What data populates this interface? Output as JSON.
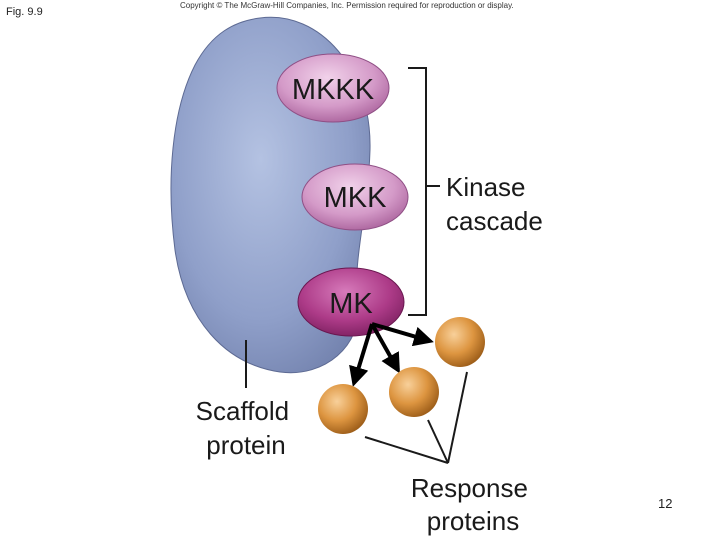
{
  "figure": {
    "label": "Fig. 9.9",
    "copyright": "Copyright © The McGraw-Hill Companies, Inc. Permission required for reproduction or display."
  },
  "enzymes": {
    "mkkk": "MKKK",
    "mkk": "MKK",
    "mk": "MK"
  },
  "labels": {
    "kinase_cascade": [
      "Kinase",
      "cascade"
    ],
    "scaffold_protein": [
      "Scaffold",
      "protein"
    ],
    "response_proteins": [
      "Response",
      "proteins"
    ]
  },
  "slide_number": "12",
  "colors": {
    "scaffold": "#8fa0c8",
    "enzyme_light": "#d9a4cf",
    "enzyme_dark": "#a6337f",
    "ball": "#d98f3c"
  }
}
